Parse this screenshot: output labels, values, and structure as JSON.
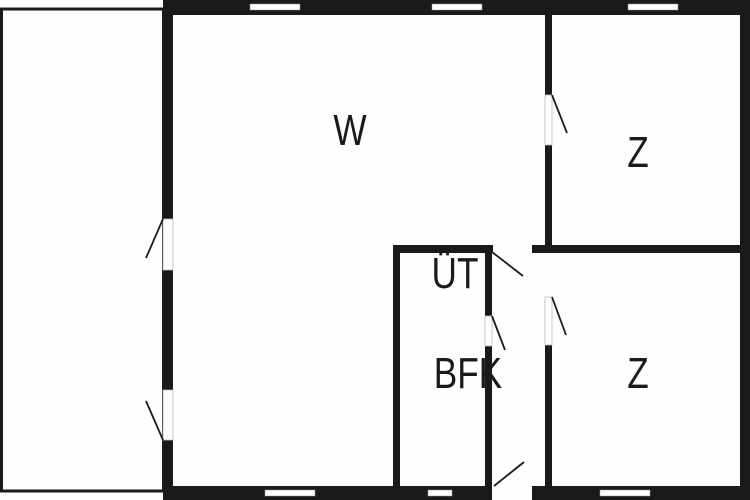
{
  "rooms": {
    "living": "W",
    "room_top": "Z",
    "utility": "ÜT",
    "bathroom": "BFK",
    "room_bottom": "Z"
  },
  "colors": {
    "wall": "#1a1a1a",
    "background": "#fefefe"
  }
}
